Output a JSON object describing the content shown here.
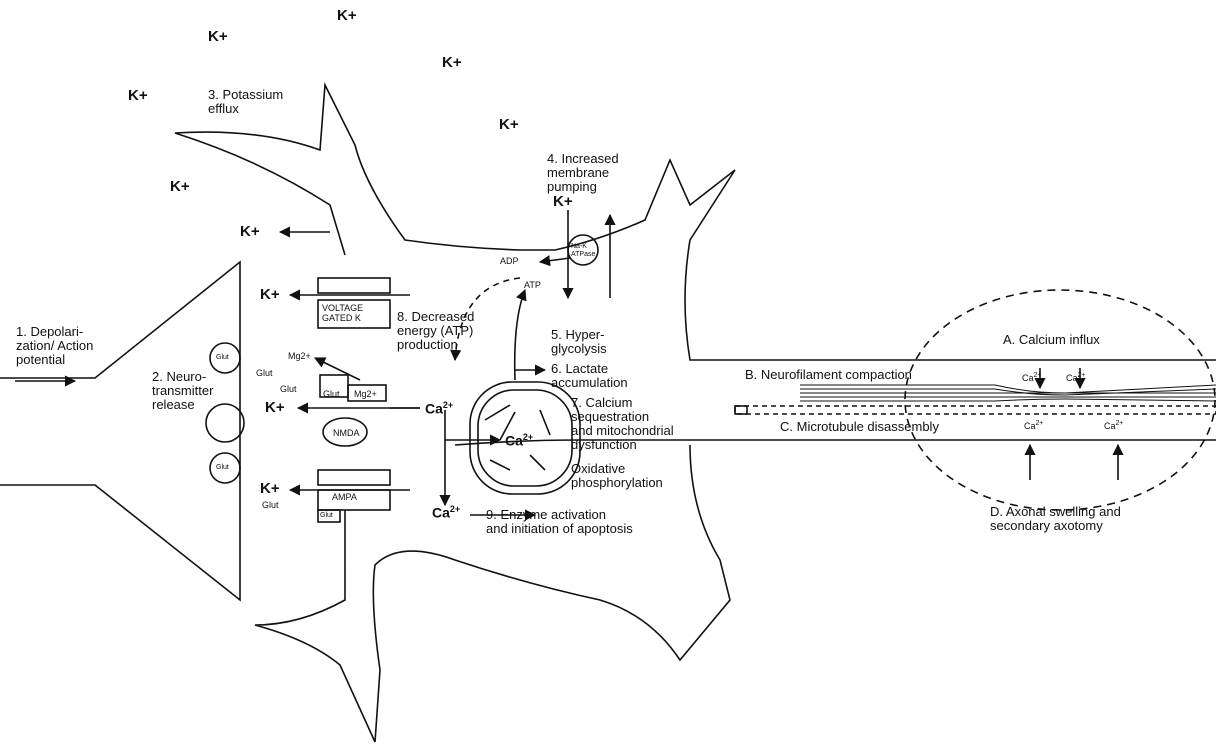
{
  "extracellular_ions": [
    "K+",
    "K+",
    "K+",
    "K+",
    "K+",
    "K+"
  ],
  "ion_labels": {
    "k_plus": "K+",
    "ca2": "Ca",
    "ca2_sup": "2+",
    "mg2": "Mg2+"
  },
  "labels": {
    "depolarization": "1. Depolari-\nzation/ Action\npotential",
    "neurotransmitter": "2. Neuro-\ntransmitter\nrelease",
    "potassium_efflux": "3. Potassium\nefflux",
    "membrane_pumping": "4. Increased\nmembrane\npumping",
    "hyperglycolysis": "5. Hyper-\nglycolysis",
    "lactate": "6. Lactate\naccumulation",
    "calcium_sequestration": "7. Calcium\nsequestration\nand mitochondrial\ndysfunction",
    "oxidative": "Oxidative\nphosphorylation",
    "decreased_energy": "8. Decreased\nenergy (ATP)\nproduction",
    "enzyme_activation": "9. Enzyme activation\nand initiation of apoptosis",
    "calcium_influx": "A. Calcium influx",
    "neurofilament": "B. Neurofilament compaction",
    "microtubule": "C. Microtubule disassembly",
    "axonal_swelling": "D. Axonal swelling and\nsecondary axotomy"
  },
  "small_labels": {
    "voltage_gated": "VOLTAGE\nGATED K",
    "nmda": "NMDA",
    "ampa": "AMPA",
    "glut": "Glut",
    "adp": "ADP",
    "atp": "ATP",
    "atpase": "Na-K\nATPase"
  }
}
